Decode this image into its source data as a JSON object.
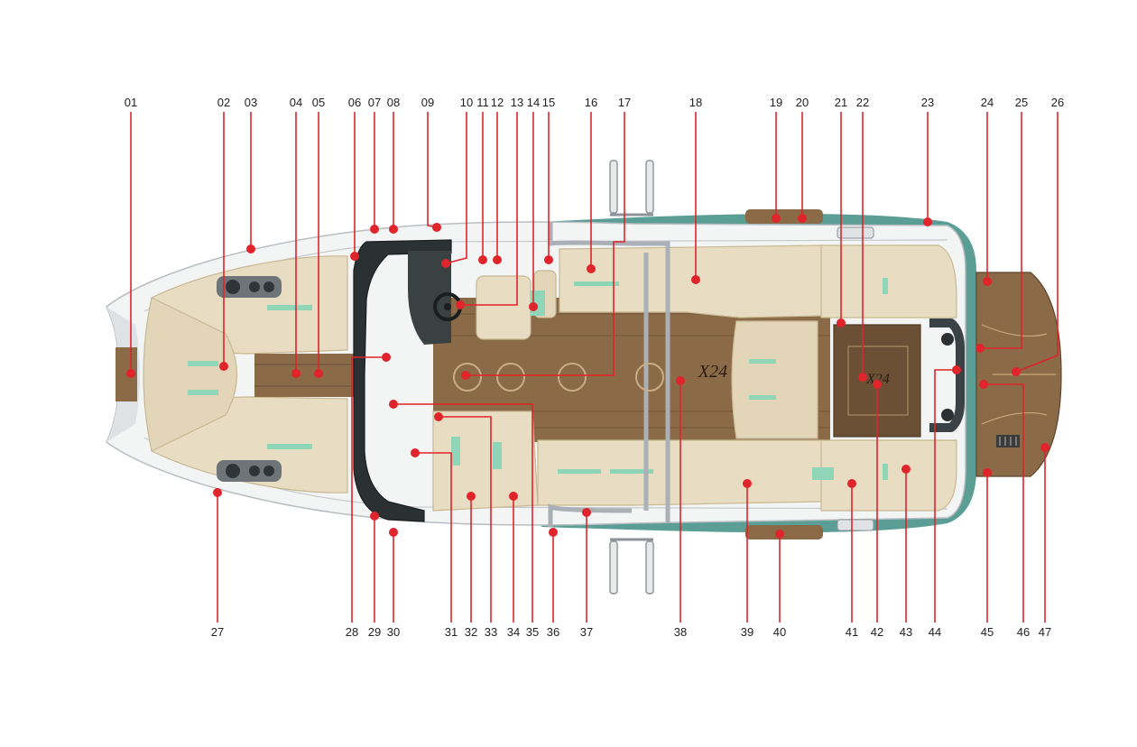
{
  "colors": {
    "accent_red": "#e0242b",
    "hull_white": "#f3f4f4",
    "hull_teal": "#5a9e95",
    "upholstery": "#e8dcc2",
    "upholstery_shadow": "#d3c4a3",
    "mint": "#8fd6b9",
    "deck": "#8a6a47",
    "deck_dark": "#6b5035",
    "dash": "#2b3133",
    "metal": "#c7cbcf"
  },
  "callouts": {
    "top": [
      "01",
      "02",
      "03",
      "04",
      "05",
      "06",
      "07",
      "08",
      "09",
      "10",
      "11",
      "12",
      "13",
      "14",
      "15",
      "16",
      "17",
      "18",
      "19",
      "20",
      "21",
      "22",
      "23",
      "24",
      "25",
      "26"
    ],
    "bottom": [
      "27",
      "28",
      "29",
      "30",
      "31",
      "32",
      "33",
      "34",
      "35",
      "36",
      "37",
      "38",
      "39",
      "40",
      "41",
      "42",
      "43",
      "44",
      "45",
      "46",
      "47"
    ]
  },
  "stern_badge": "X24"
}
